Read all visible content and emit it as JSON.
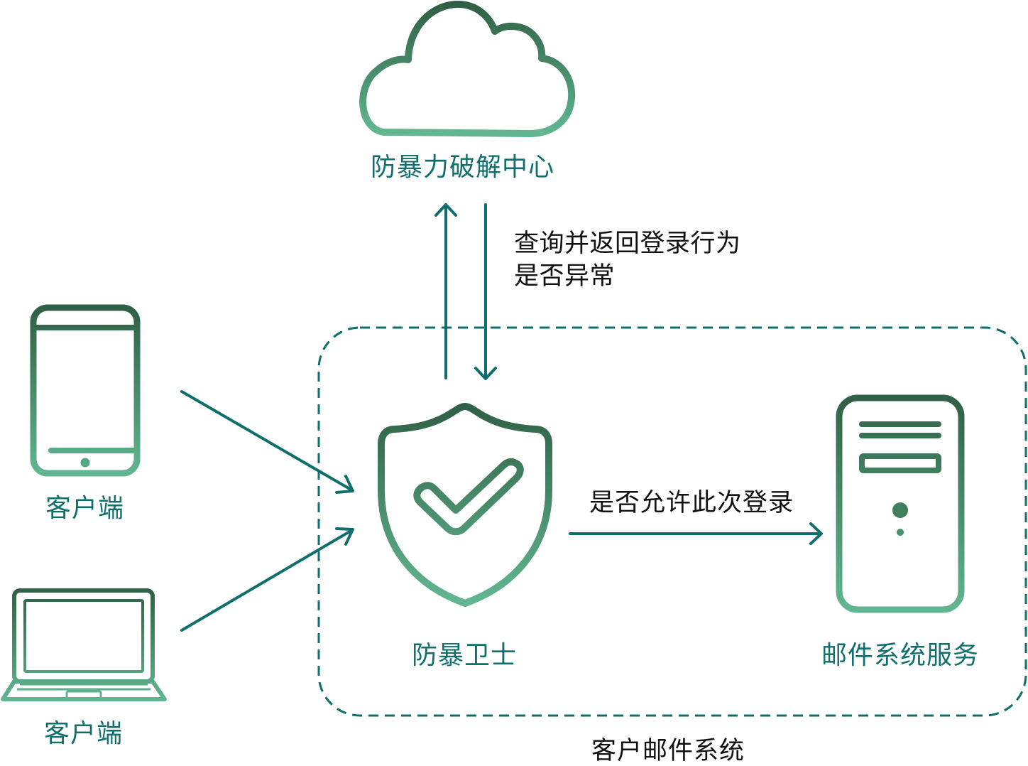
{
  "nodes": {
    "cloud_center": {
      "label": "防暴力破解中心",
      "icon": "cloud-icon"
    },
    "client_phone": {
      "label": "客户端",
      "icon": "tablet-icon"
    },
    "client_laptop": {
      "label": "客户端",
      "icon": "laptop-icon"
    },
    "guard": {
      "label": "防暴卫士",
      "icon": "shield-check-icon"
    },
    "mail_service": {
      "label": "邮件系统服务",
      "icon": "server-icon"
    }
  },
  "edges": {
    "query_line1": "查询并返回登录行为",
    "query_line2": "是否异常",
    "allow_login": "是否允许此次登录"
  },
  "group": {
    "label": "客户邮件系统"
  },
  "colors": {
    "icon_gradient_top": "#2f5f44",
    "icon_gradient_bottom": "#62b792",
    "arrow": "#0e6f6c",
    "dashed_border": "#0e6f6c",
    "label_teal": "#0e6f6c",
    "label_black": "#111111"
  }
}
